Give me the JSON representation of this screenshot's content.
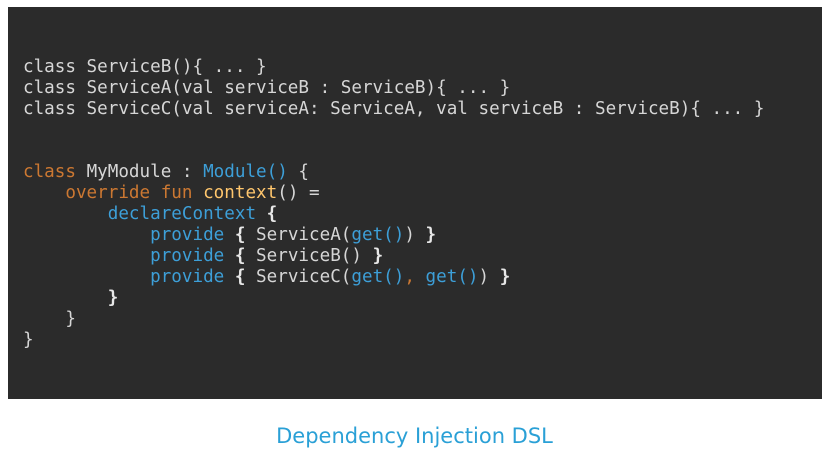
{
  "code": {
    "lines": [
      [
        {
          "t": "class ServiceB(){ ... }",
          "c": "txt"
        }
      ],
      [
        {
          "t": "class ServiceA(val serviceB : ServiceB){ ... }",
          "c": "txt"
        }
      ],
      [
        {
          "t": "class ServiceC(val serviceA: ServiceA, val serviceB : ServiceB){ ... }",
          "c": "txt"
        }
      ],
      [],
      [],
      [
        {
          "t": "class ",
          "c": "kw"
        },
        {
          "t": "MyModule : ",
          "c": "txt"
        },
        {
          "t": "Module()",
          "c": "call"
        },
        {
          "t": " {",
          "c": "txt"
        }
      ],
      [
        {
          "t": "    override fun ",
          "c": "kw"
        },
        {
          "t": "context",
          "c": "fn"
        },
        {
          "t": "() =",
          "c": "txt"
        }
      ],
      [
        {
          "t": "        ",
          "c": "txt"
        },
        {
          "t": "declareContext",
          "c": "call"
        },
        {
          "t": " {",
          "c": "brace"
        }
      ],
      [
        {
          "t": "            ",
          "c": "txt"
        },
        {
          "t": "provide",
          "c": "call"
        },
        {
          "t": " { ",
          "c": "brace"
        },
        {
          "t": "ServiceA(",
          "c": "txt"
        },
        {
          "t": "get()",
          "c": "call"
        },
        {
          "t": ") ",
          "c": "txt"
        },
        {
          "t": "}",
          "c": "brace"
        }
      ],
      [
        {
          "t": "            ",
          "c": "txt"
        },
        {
          "t": "provide",
          "c": "call"
        },
        {
          "t": " { ",
          "c": "brace"
        },
        {
          "t": "ServiceB() ",
          "c": "txt"
        },
        {
          "t": "}",
          "c": "brace"
        }
      ],
      [
        {
          "t": "            ",
          "c": "txt"
        },
        {
          "t": "provide",
          "c": "call"
        },
        {
          "t": " { ",
          "c": "brace"
        },
        {
          "t": "ServiceC(",
          "c": "txt"
        },
        {
          "t": "get()",
          "c": "call"
        },
        {
          "t": ", ",
          "c": "kw"
        },
        {
          "t": "get()",
          "c": "call"
        },
        {
          "t": ") ",
          "c": "txt"
        },
        {
          "t": "}",
          "c": "brace"
        }
      ],
      [
        {
          "t": "        }",
          "c": "brace"
        }
      ],
      [
        {
          "t": "    }",
          "c": "txt"
        }
      ],
      [
        {
          "t": "}",
          "c": "txt"
        }
      ]
    ]
  },
  "caption": "Dependency Injection DSL",
  "colors": {
    "panel_background": "#2b2b2b",
    "keyword": "#cc7832",
    "function_name": "#ffc66d",
    "call": "#3d9fd8",
    "text": "#d6d6d6",
    "caption": "#2aa0d6"
  }
}
